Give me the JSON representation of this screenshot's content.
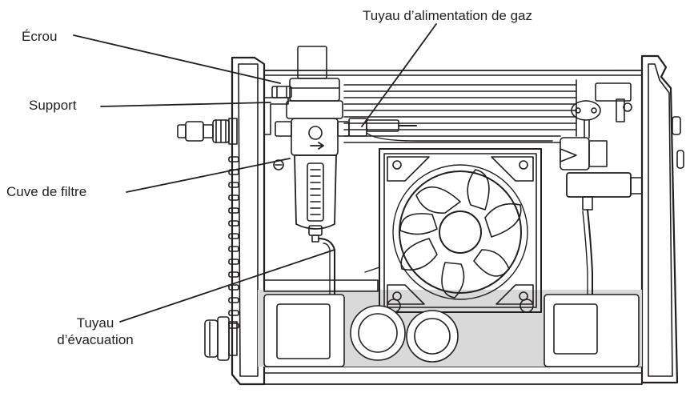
{
  "labels": {
    "ecrou": "Écrou",
    "support": "Support",
    "cuve": "Cuve de filtre",
    "evacuation_line1": "Tuyau",
    "evacuation_line2": "d’évacuation",
    "gaz": "Tuyau d’alimentation de gaz"
  },
  "colors": {
    "line": "#231f20",
    "background": "#ffffff",
    "shade": "#d9d9d9"
  },
  "icons": {
    "main": "plasma-cutter-internal-view-illustration",
    "fan": "cooling-fan-icon"
  }
}
